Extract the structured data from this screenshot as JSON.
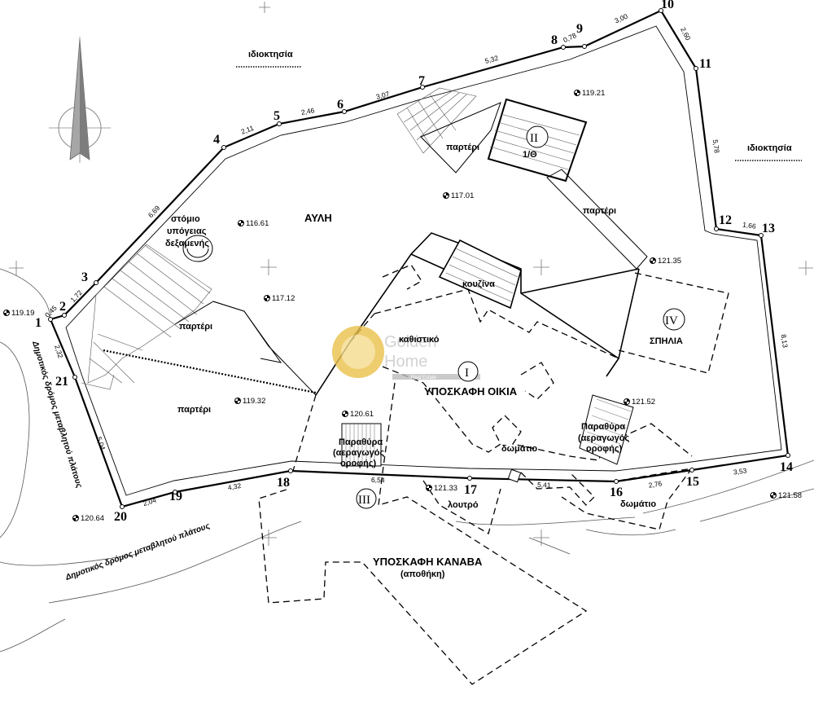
{
  "boundary_points": [
    {
      "label": "1"
    },
    {
      "label": "2"
    },
    {
      "label": "3"
    },
    {
      "label": "4"
    },
    {
      "label": "5"
    },
    {
      "label": "6"
    },
    {
      "label": "7"
    },
    {
      "label": "8"
    },
    {
      "label": "9"
    },
    {
      "label": "10"
    },
    {
      "label": "11"
    },
    {
      "label": "12"
    },
    {
      "label": "13"
    },
    {
      "label": "14"
    },
    {
      "label": "15"
    },
    {
      "label": "16"
    },
    {
      "label": "17"
    },
    {
      "label": "18"
    },
    {
      "label": "19"
    },
    {
      "label": "20"
    },
    {
      "label": "21"
    }
  ],
  "dimensions": [
    "0,45",
    "1,72",
    "6,69",
    "2,11",
    "2,46",
    "3,07",
    "5,32",
    "0,78",
    "3,00",
    "2,60",
    "5,78",
    "1,66",
    "8,13",
    "3,53",
    "2,76",
    "5,41",
    "6,54",
    "4,32",
    "2,04",
    "5,04",
    "2,32"
  ],
  "elevations": [
    "119.19",
    "116.61",
    "117.12",
    "119.32",
    "120.61",
    "120.64",
    "117.01",
    "119.21",
    "121.35",
    "121.52",
    "121.33",
    "121.58"
  ],
  "labels": {
    "property_left": "ιδιοκτησία",
    "property_right": "ιδιοκτησία",
    "courtyard": "ΑΥΛΗ",
    "tank_line1": "στόμιο",
    "tank_line2": "υπόγειας",
    "tank_line3": "δεξαμενής",
    "parterre_1": "παρτέρι",
    "parterre_2": "παρτέρι",
    "parterre_3": "παρτέρι",
    "parterre_4": "παρτέρι",
    "kitchen": "κουζίνα",
    "living": "καθιστικό",
    "house_roman": "I",
    "house": "ΥΠΟΣΚΑΦΗ ΟΙΚΙΑ",
    "room_1": "δωμάτιο",
    "room_2": "δωμάτιο",
    "bath": "λουτρό",
    "vent_a_1": "Παραθύρα",
    "vent_a_2": "(αεραγωγός",
    "vent_a_3": "οροφής)",
    "vent_b_1": "Παραθύρα",
    "vent_b_2": "(αεραγωγός",
    "vent_b_3": "οροφής)",
    "bldg2_roman": "II",
    "bldg2_sub": "1/Θ",
    "cave_roman": "IV",
    "cave": "ΣΠΗΛΙΑ",
    "cellar_roman": "III",
    "cellar_1": "ΥΠΟΣΚΑΦΗ ΚΑΝΑΒΑ",
    "cellar_2": "(αποθήκη)",
    "road_left": "Δημοτικός δρόμος μεταβλητού πλάτους",
    "road_bottom": "Δημοτικός δρόμος μεταβλητού πλάτους",
    "watermark_1": "Golden",
    "watermark_2": "Home",
    "watermark_3": "Real Estate"
  },
  "colors": {
    "line": "#000000",
    "north_arrow": "#9a9a9a",
    "watermark": "#e6b83c",
    "watermark_text": "#c8c8c8"
  }
}
